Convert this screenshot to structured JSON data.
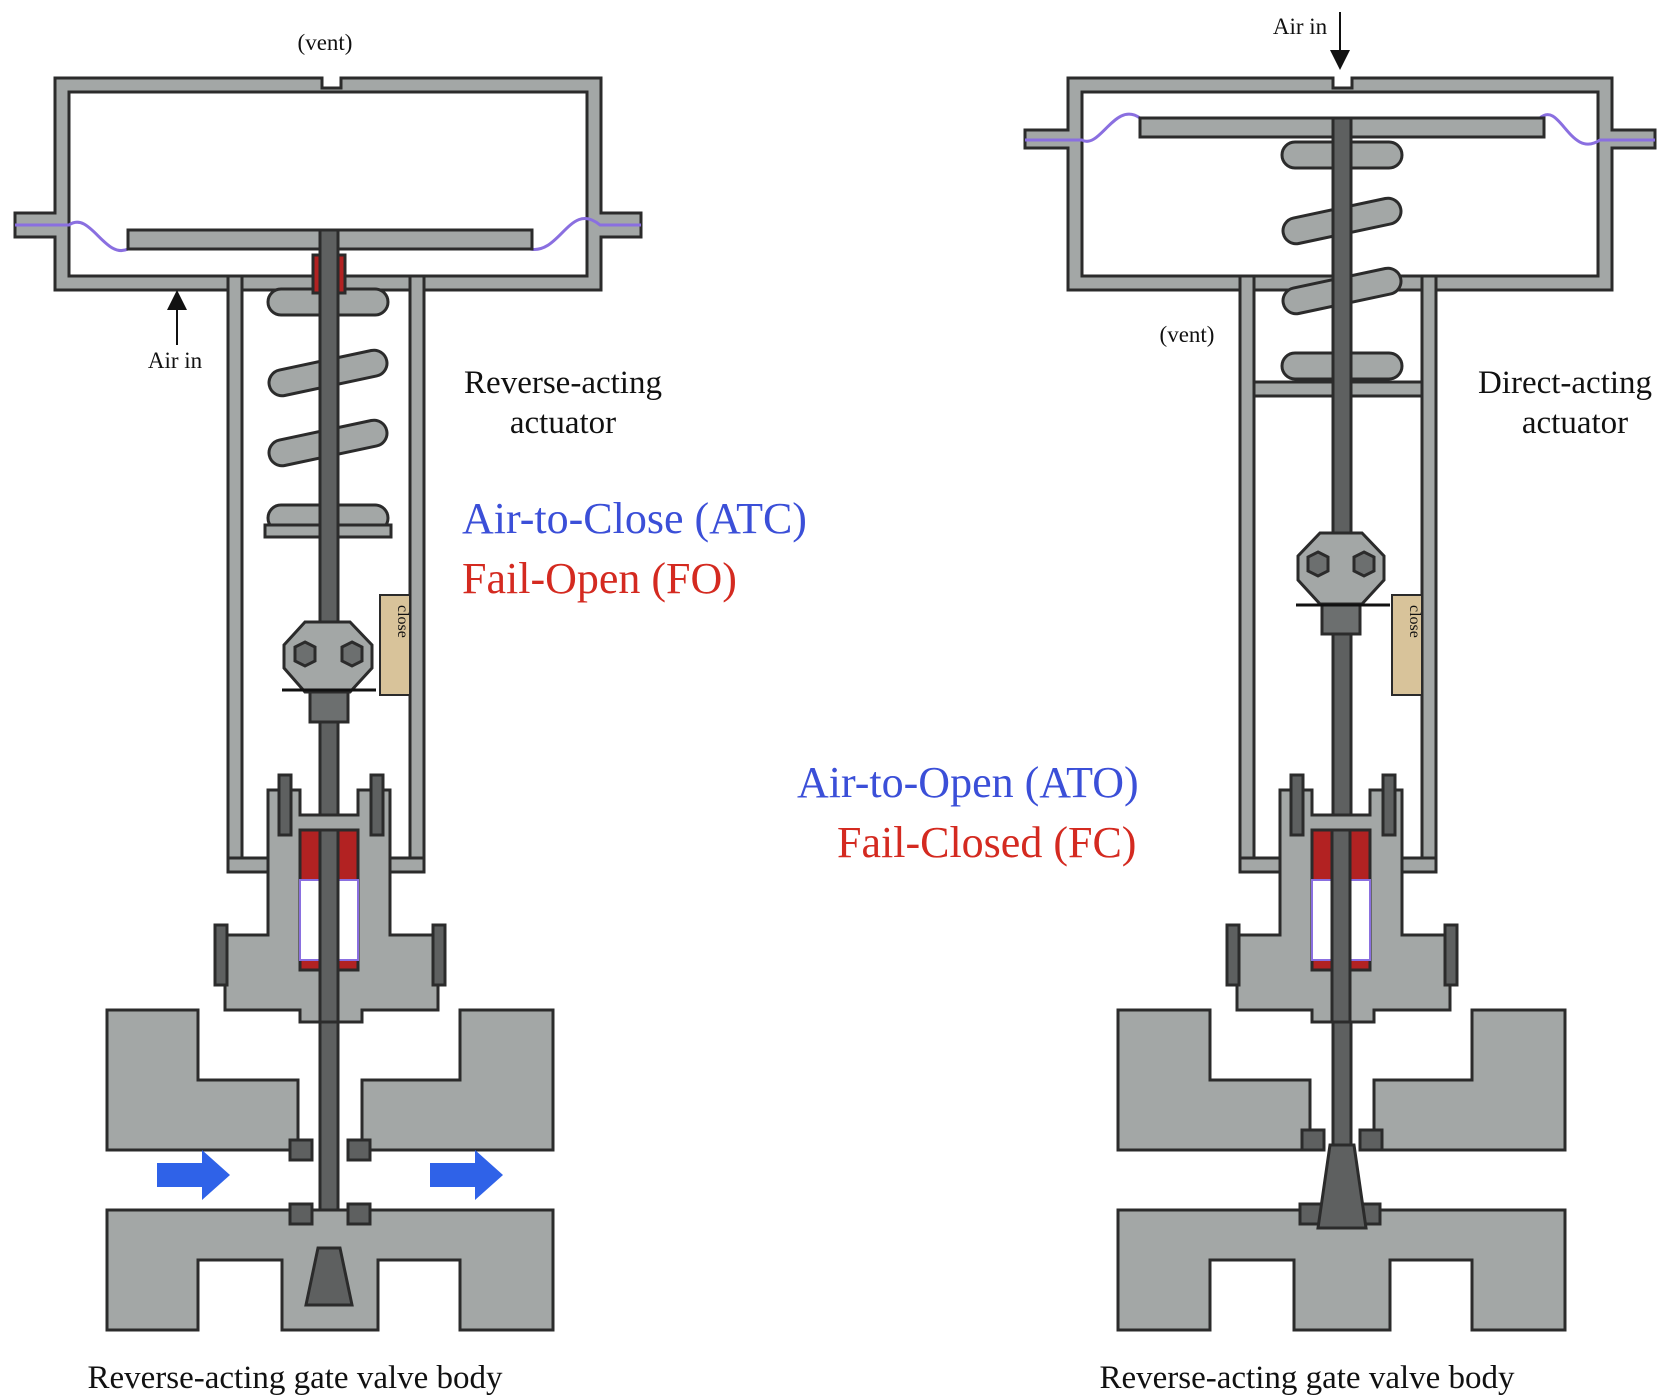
{
  "labels": {
    "left_vent": "(vent)",
    "left_air_in": "Air in",
    "left_actuator_line1": "Reverse-acting",
    "left_actuator_line2": "actuator",
    "left_air_mode": "Air-to-Close (ATC)",
    "left_fail_mode": "Fail-Open (FO)",
    "left_body": "Reverse-acting gate valve body",
    "left_scale": "close",
    "right_air_in": "Air in",
    "right_vent": "(vent)",
    "right_actuator_line1": "Direct-acting",
    "right_actuator_line2": "actuator",
    "right_air_mode": "Air-to-Open (ATO)",
    "right_fail_mode": "Fail-Closed (FC)",
    "right_body": "Reverse-acting gate valve body",
    "right_scale": "close"
  },
  "colors": {
    "metal": "#a3a7a6",
    "outline": "#2b2b2b",
    "stem": "#5e6060",
    "diaphragm": "#8a6fe0",
    "packing": "#b22222",
    "air_mode_text": "#3b4fd8",
    "fail_mode_text": "#d42a20",
    "flow_arrow": "#2f62e8",
    "scale": "#d8c39a"
  }
}
